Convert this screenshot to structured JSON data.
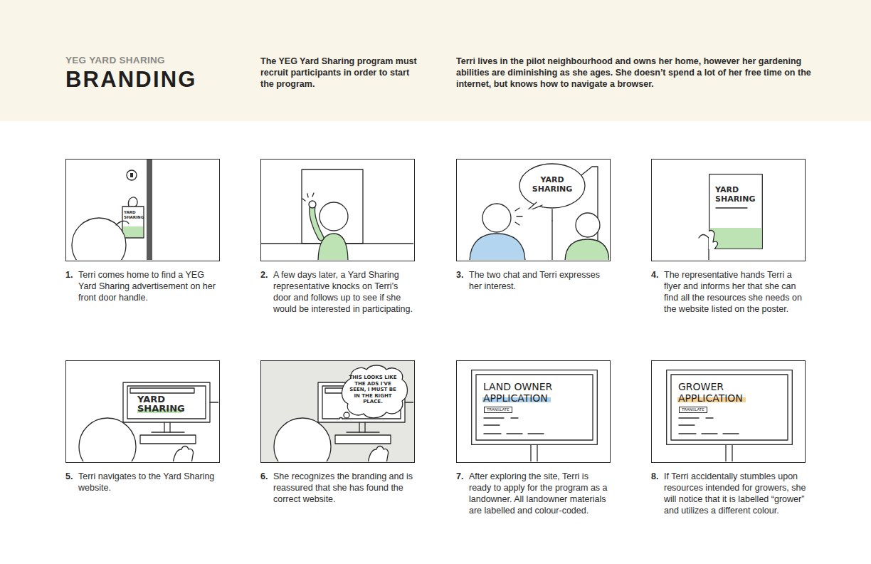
{
  "diagram": {
    "title": "BRANDING",
    "nodes": [
      {
        "text": [
          "YARD SHARING",
          "1.",
          "Terri comes home to find a YEG Yard Sharing advertisement on her front door handle."
        ]
      },
      {
        "text": [
          "2.",
          "A few days later, a Yard Sharing representative knocks on Terri’s door and follows up to see if she would be interested in participating."
        ]
      },
      {
        "text": [
          "3.",
          "The two chat and Terri expresses her interest."
        ]
      },
      {
        "text": [
          "YARD SHARING"
        ],
        "in": 2
      },
      {
        "text": [
          "4.",
          "The representative hands Terri a flyer and informs her that she can find all the resources she needs on the website listed on the poster."
        ]
      },
      {
        "text": [
          "YARD SHARING"
        ],
        "in": 4
      },
      {
        "text": [
          "YARD SHARING",
          "5.",
          "Terri navigates to the Yard Sharing website."
        ]
      },
      {
        "text": [
          "6.",
          "She recognizes the branding and is reassured that she has found the correct website."
        ]
      },
      {
        "text": [
          "THIS LOOKS LIKE THE ADS I'VE SEEN, I MUST BE IN THE RIGHT PLACE."
        ],
        "in": 7
      },
      {
        "text": [
          "7.",
          "After exploring the site, Terri is ready to apply for the program as a landowner. All landowner materials are labelled and colour-coded."
        ]
      },
      {
        "text": [
          "LAND OWNER APPLICATION",
          "TRANSLATE"
        ],
        "in": 9
      },
      {
        "text": [
          "8.",
          "If Terri accidentally stumbles upon resources intended for growers, she will notice that it is labelled “grower” and utilizes a different colour."
        ]
      },
      {
        "text": [
          "GROWER APPLICATION",
          "TRANSLATE"
        ],
        "in": 11
      }
    ],
    "labels": [
      "YEG YARD SHARING",
      "The YEG Yard Sharing program must recruit participants in order to start the program.",
      "Terri lives in the pilot neighbourhood and owns her home, however her gardening abilities are diminishing as she ages. She doesn’t spend a lot of her free time on the internet, but knows how to navigate a browser."
    ]
  }
}
